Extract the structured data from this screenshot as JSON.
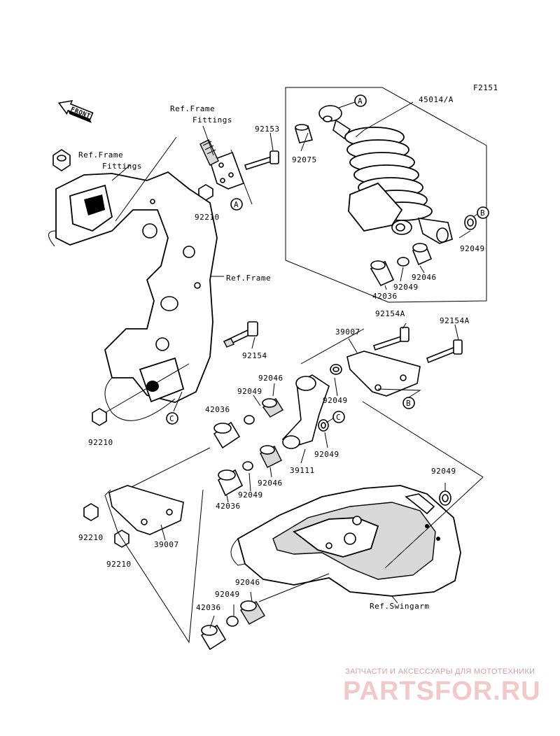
{
  "figure_code": "F2151",
  "front_badge": "FRONT",
  "callouts": {
    "ref_frame_fittings_top": "Ref.Frame Fittings",
    "ref_frame_fittings_left": "Ref.Frame Fittings",
    "ref_frame": "Ref.Frame",
    "ref_swingarm": "Ref.Swingarm"
  },
  "parts": {
    "p45014A": "45014/A",
    "p92075": "92075",
    "p92153": "92153",
    "p92210_a": "92210",
    "p92210_b": "92210",
    "p92210_c": "92210",
    "p92210_d": "92210",
    "p92049_a": "92049",
    "p92049_b": "92049",
    "p92049_c": "92049",
    "p92049_d": "92049",
    "p92049_e": "92049",
    "p92049_f": "92049",
    "p92049_g": "92049",
    "p92049_h": "92049",
    "p92046_a": "92046",
    "p92046_b": "92046",
    "p92046_c": "92046",
    "p92046_d": "92046",
    "p42036_a": "42036",
    "p42036_b": "42036",
    "p42036_c": "42036",
    "p42036_d": "42036",
    "p92154": "92154",
    "p92154A_a": "92154A",
    "p92154A_b": "92154A",
    "p39007_a": "39007",
    "p39007_b": "39007",
    "p39111": "39111"
  },
  "refs": {
    "A": "A",
    "B": "B",
    "C": "C"
  },
  "watermark": {
    "tagline": "ЗАПЧАСТИ И АКСЕССУАРЫ ДЛЯ МОТОТЕХНИКИ",
    "brand": "PARTSFOR.RU"
  }
}
